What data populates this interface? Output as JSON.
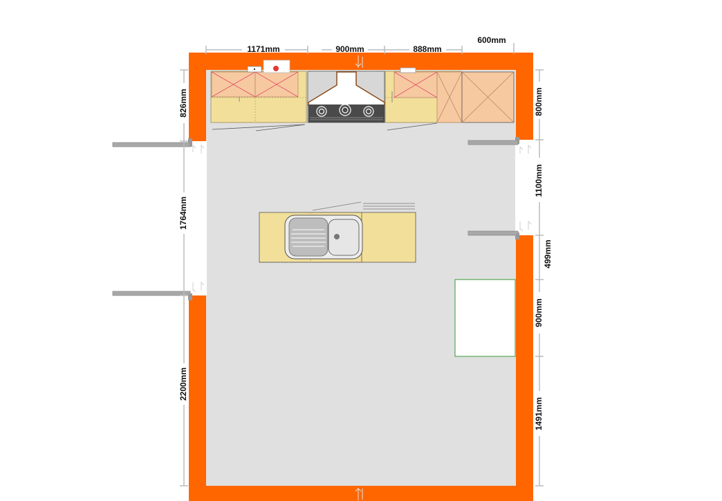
{
  "dimensions": {
    "top": [
      "1171mm",
      "900mm",
      "888mm",
      "600mm"
    ],
    "left": [
      "826mm",
      "1764mm",
      "2200mm"
    ],
    "right": [
      "800mm",
      "1100mm",
      "499mm",
      "900mm",
      "1491mm"
    ]
  },
  "colors": {
    "wall": "#ff6600",
    "floor": "#e0e0e0",
    "worktop": "#f2df9a",
    "wall_cabinet": "#f7c9a0",
    "appliance_outline": "#339933"
  }
}
